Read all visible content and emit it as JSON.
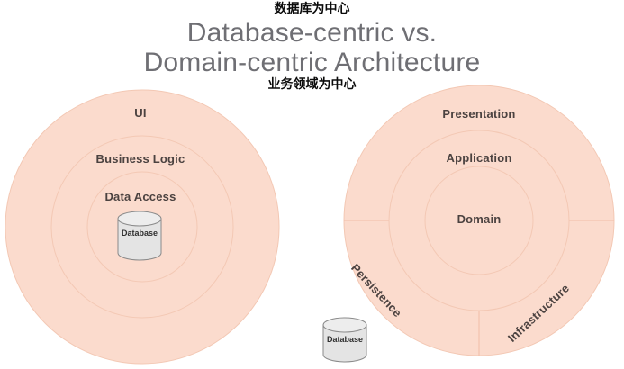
{
  "title": {
    "cn_top": "数据库为中心",
    "line1": "Database-centric vs.",
    "line2": "Domain-centric Architecture",
    "cn_bottom": "业务领域为中心"
  },
  "colors": {
    "ring_fill": "#fbdbcd",
    "ring_stroke": "#f3c8b4",
    "label_text": "#4b4240",
    "title_text": "#6f6f74",
    "cn_text": "#0b0b0b",
    "cylinder_fill": "#e4e4e4",
    "cylinder_top_fill": "#ededed",
    "cylinder_stroke": "#8a8a8a",
    "background": "#ffffff"
  },
  "left_diagram": {
    "name": "database-centric-architecture",
    "rings": [
      {
        "id": "ui",
        "label": "UI",
        "level": "outer"
      },
      {
        "id": "business-logic",
        "label": "Business Logic",
        "level": "middle"
      },
      {
        "id": "data-access",
        "label": "Data Access",
        "level": "inner"
      }
    ],
    "cylinder": {
      "label": "Database"
    }
  },
  "right_diagram": {
    "name": "domain-centric-architecture",
    "rings": [
      {
        "id": "presentation",
        "label": "Presentation",
        "level": "outer"
      },
      {
        "id": "application",
        "label": "Application",
        "level": "middle"
      },
      {
        "id": "domain",
        "label": "Domain",
        "level": "inner"
      }
    ],
    "outer_sectors": [
      {
        "id": "persistence",
        "label": "Persistence",
        "position": "bottom-left"
      },
      {
        "id": "infrastructure",
        "label": "Infrastructure",
        "position": "bottom-right"
      }
    ]
  },
  "bottom_cylinder": {
    "label": "Database"
  }
}
